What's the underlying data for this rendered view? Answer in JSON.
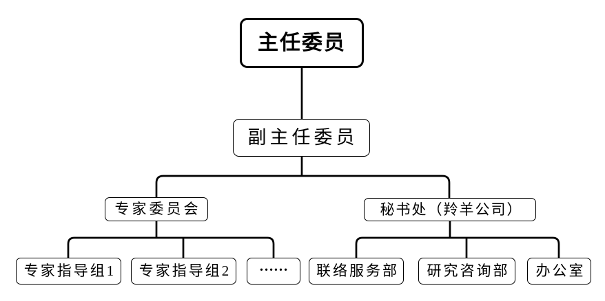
{
  "org_chart": {
    "type": "tree-diagram",
    "colors": {
      "line": "#000000",
      "box_border": "#000000",
      "box_fill": "#ffffff",
      "text": "#000000",
      "background": "#ffffff"
    },
    "nodes": {
      "director": {
        "label": "主任委员",
        "level": 1,
        "emphasis": "bold-thick-border"
      },
      "deputy_director": {
        "label": "副主任委员",
        "level": 2
      },
      "expert_committee": {
        "label": "专家委员会",
        "level": 3
      },
      "secretariat": {
        "label": "秘书处（羚羊公司）",
        "level": 3
      },
      "expert_group_1": {
        "label": "专家指导组1",
        "level": 4
      },
      "expert_group_2": {
        "label": "专家指导组2",
        "level": 4
      },
      "expert_group_ellipsis": {
        "label": "……",
        "level": 4
      },
      "liaison_service_dept": {
        "label": "联络服务部",
        "level": 4
      },
      "research_consulting_dept": {
        "label": "研究咨询部",
        "level": 4
      },
      "office": {
        "label": "办公室",
        "level": 4
      }
    },
    "edges": [
      {
        "from": "主任委员",
        "to": "副主任委员"
      },
      {
        "from": "副主任委员",
        "to": "专家委员会"
      },
      {
        "from": "副主任委员",
        "to": "秘书处（羚羊公司）"
      },
      {
        "from": "专家委员会",
        "to": "专家指导组1"
      },
      {
        "from": "专家委员会",
        "to": "专家指导组2"
      },
      {
        "from": "专家委员会",
        "to": "……"
      },
      {
        "from": "秘书处（羚羊公司）",
        "to": "联络服务部"
      },
      {
        "from": "秘书处（羚羊公司）",
        "to": "研究咨询部"
      },
      {
        "from": "秘书处（羚羊公司）",
        "to": "办公室"
      }
    ]
  }
}
